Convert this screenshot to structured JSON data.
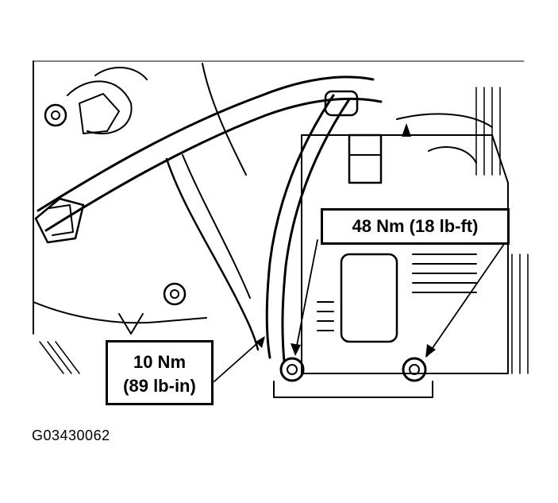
{
  "callouts": {
    "right": {
      "text": "48 Nm (18 lb-ft)"
    },
    "left": {
      "line1": "10 Nm",
      "line2": "(89 lb-in)"
    }
  },
  "caption": "G03430062",
  "colors": {
    "ink": "#000000",
    "paper": "#ffffff"
  }
}
